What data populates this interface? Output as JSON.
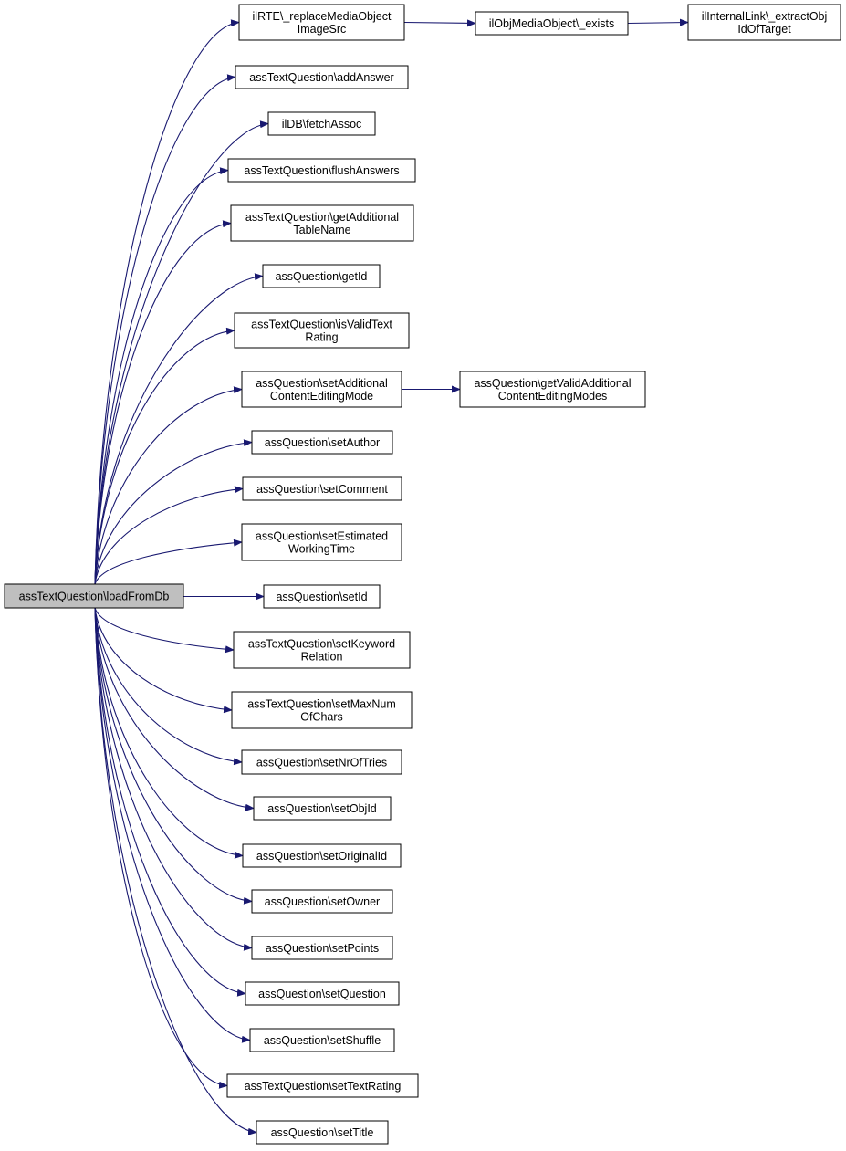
{
  "diagram": {
    "type": "call-graph",
    "colors": {
      "edge": "#191970",
      "node_border": "#000000",
      "node_fill": "#ffffff",
      "root_fill": "#bfbfbf"
    },
    "root": {
      "id": "root",
      "lines": [
        "assTextQuestion\\loadFromDb"
      ]
    },
    "nodes": [
      {
        "id": "replaceMediaObjectImageSrc",
        "lines": [
          "ilRTE\\_replaceMediaObject",
          "ImageSrc"
        ]
      },
      {
        "id": "addAnswer",
        "lines": [
          "assTextQuestion\\addAnswer"
        ]
      },
      {
        "id": "fetchAssoc",
        "lines": [
          "ilDB\\fetchAssoc"
        ]
      },
      {
        "id": "flushAnswers",
        "lines": [
          "assTextQuestion\\flushAnswers"
        ]
      },
      {
        "id": "getAdditionalTableName",
        "lines": [
          "assTextQuestion\\getAdditional",
          "TableName"
        ]
      },
      {
        "id": "getId",
        "lines": [
          "assQuestion\\getId"
        ]
      },
      {
        "id": "isValidTextRating",
        "lines": [
          "assTextQuestion\\isValidText",
          "Rating"
        ]
      },
      {
        "id": "setAdditionalContentEditingMode",
        "lines": [
          "assQuestion\\setAdditional",
          "ContentEditingMode"
        ]
      },
      {
        "id": "setAuthor",
        "lines": [
          "assQuestion\\setAuthor"
        ]
      },
      {
        "id": "setComment",
        "lines": [
          "assQuestion\\setComment"
        ]
      },
      {
        "id": "setEstimatedWorkingTime",
        "lines": [
          "assQuestion\\setEstimated",
          "WorkingTime"
        ]
      },
      {
        "id": "setId",
        "lines": [
          "assQuestion\\setId"
        ]
      },
      {
        "id": "setKeywordRelation",
        "lines": [
          "assTextQuestion\\setKeyword",
          "Relation"
        ]
      },
      {
        "id": "setMaxNumOfChars",
        "lines": [
          "assTextQuestion\\setMaxNum",
          "OfChars"
        ]
      },
      {
        "id": "setNrOfTries",
        "lines": [
          "assQuestion\\setNrOfTries"
        ]
      },
      {
        "id": "setObjId",
        "lines": [
          "assQuestion\\setObjId"
        ]
      },
      {
        "id": "setOriginalId",
        "lines": [
          "assQuestion\\setOriginalId"
        ]
      },
      {
        "id": "setOwner",
        "lines": [
          "assQuestion\\setOwner"
        ]
      },
      {
        "id": "setPoints",
        "lines": [
          "assQuestion\\setPoints"
        ]
      },
      {
        "id": "setQuestion",
        "lines": [
          "assQuestion\\setQuestion"
        ]
      },
      {
        "id": "setShuffle",
        "lines": [
          "assQuestion\\setShuffle"
        ]
      },
      {
        "id": "setTextRating",
        "lines": [
          "assTextQuestion\\setTextRating"
        ]
      },
      {
        "id": "setTitle",
        "lines": [
          "assQuestion\\setTitle"
        ]
      },
      {
        "id": "objMediaExists",
        "lines": [
          "ilObjMediaObject\\_exists"
        ]
      },
      {
        "id": "extractObjIdOfTarget",
        "lines": [
          "ilInternalLink\\_extractObj",
          "IdOfTarget"
        ]
      },
      {
        "id": "getValidAdditionalContentEditingModes",
        "lines": [
          "assQuestion\\getValidAdditional",
          "ContentEditingModes"
        ]
      }
    ],
    "edges": [
      [
        "root",
        "replaceMediaObjectImageSrc"
      ],
      [
        "root",
        "addAnswer"
      ],
      [
        "root",
        "fetchAssoc"
      ],
      [
        "root",
        "flushAnswers"
      ],
      [
        "root",
        "getAdditionalTableName"
      ],
      [
        "root",
        "getId"
      ],
      [
        "root",
        "isValidTextRating"
      ],
      [
        "root",
        "setAdditionalContentEditingMode"
      ],
      [
        "root",
        "setAuthor"
      ],
      [
        "root",
        "setComment"
      ],
      [
        "root",
        "setEstimatedWorkingTime"
      ],
      [
        "root",
        "setId"
      ],
      [
        "root",
        "setKeywordRelation"
      ],
      [
        "root",
        "setMaxNumOfChars"
      ],
      [
        "root",
        "setNrOfTries"
      ],
      [
        "root",
        "setObjId"
      ],
      [
        "root",
        "setOriginalId"
      ],
      [
        "root",
        "setOwner"
      ],
      [
        "root",
        "setPoints"
      ],
      [
        "root",
        "setQuestion"
      ],
      [
        "root",
        "setShuffle"
      ],
      [
        "root",
        "setTextRating"
      ],
      [
        "root",
        "setTitle"
      ],
      [
        "replaceMediaObjectImageSrc",
        "objMediaExists"
      ],
      [
        "objMediaExists",
        "extractObjIdOfTarget"
      ],
      [
        "setAdditionalContentEditingMode",
        "getValidAdditionalContentEditingModes"
      ]
    ]
  }
}
